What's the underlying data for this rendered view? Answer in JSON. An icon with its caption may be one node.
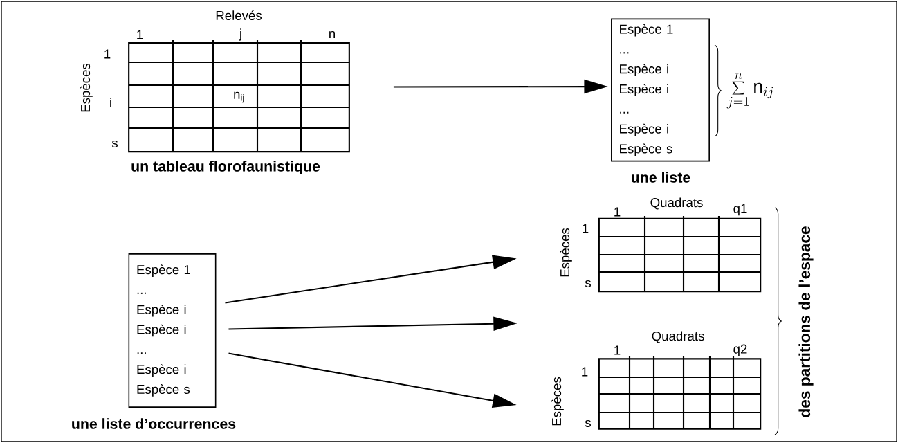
{
  "diagram": {
    "nodes": [
      {
        "text": [
          "n$_{ij}$"
        ],
        "beside": [
          "Relevés",
          "1",
          "j",
          "n",
          "Espèces",
          "1",
          "i",
          "s",
          "un tableau florofaunistique"
        ]
      },
      {
        "text": [
          "Espèce 1",
          "...",
          "Espèce i",
          "Espèce i",
          "...",
          "Espèce i",
          "Espèce s"
        ],
        "beside": [
          "une liste"
        ]
      },
      {
        "text": [
          "Espèce 1",
          "...",
          "Espèce i",
          "Espèce i",
          "...",
          "Espèce i",
          "Espèce s"
        ],
        "beside": [
          "une liste d’occurrences"
        ]
      },
      {
        "text": [],
        "shape": "box",
        "beside": [
          "Quadrats",
          "1",
          "q1",
          "Espèces",
          "1",
          "s"
        ]
      },
      {
        "text": [],
        "shape": "box",
        "beside": [
          "Quadrats",
          "1",
          "q2",
          "Espèces",
          "1",
          "s"
        ]
      }
    ],
    "edges": [
      {
        "from": 0,
        "to": 1,
        "arrow": "to"
      },
      {
        "from": 2,
        "to": 3,
        "arrow": "to"
      },
      {
        "from": 2,
        "to": null,
        "arrow": "to"
      },
      {
        "from": 2,
        "to": 4,
        "arrow": "to"
      }
    ],
    "labels": [
      "des partitions de l’espace",
      "\\sum_{j=1}^{n} \\mathrm{n}_{ij}"
    ]
  }
}
